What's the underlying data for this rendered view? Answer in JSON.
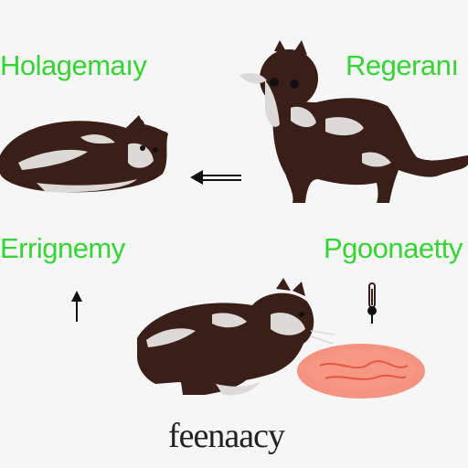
{
  "labels": {
    "top_left": "Holagemaıy",
    "top_right": "Regeranı",
    "mid_left": "Errignemy",
    "mid_right": "Pgoonaetty",
    "bottom": "feenaacy"
  },
  "colors": {
    "label_green": "#34d633",
    "cat_dark": "#3a1e18",
    "cat_light": "#ddd9d6",
    "bowl": "#f4806b",
    "arrow": "#111111"
  }
}
